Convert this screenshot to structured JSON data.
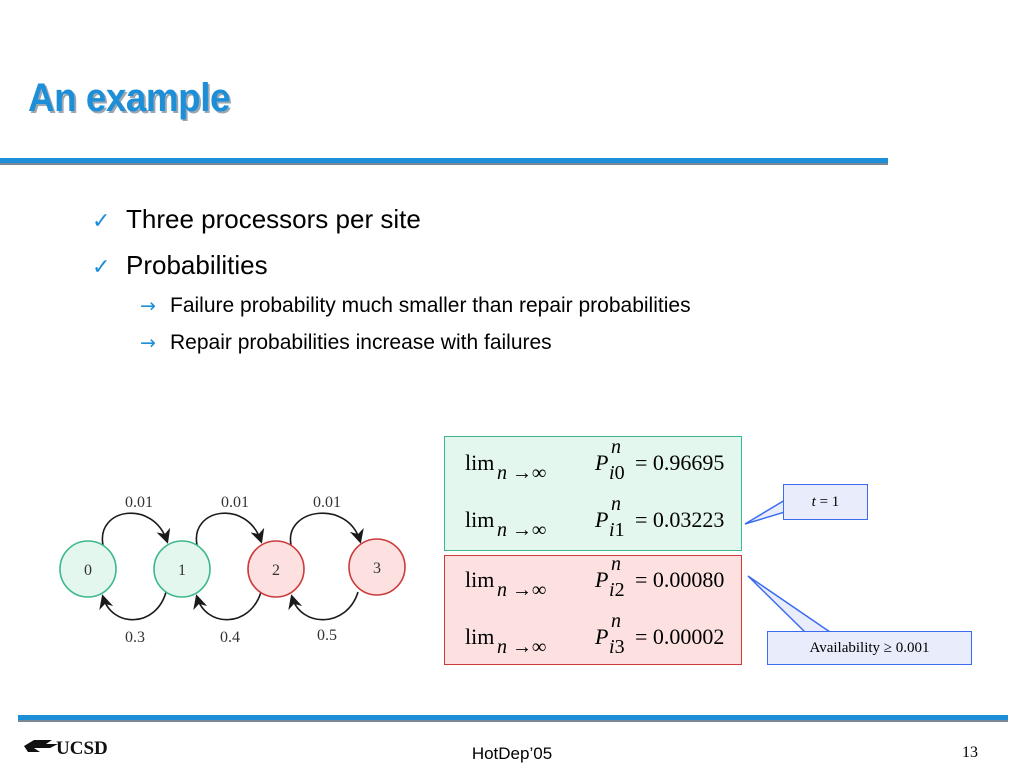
{
  "slide": {
    "title": "An example",
    "footer": "HotDep’05",
    "page_number": "13",
    "logo_text": "UCSD"
  },
  "bullets": [
    {
      "marker": "✓",
      "text": "Three processors per site"
    },
    {
      "marker": "✓",
      "text": "Probabilities"
    },
    {
      "marker": "→",
      "text": "Failure probability much smaller than repair probabilities"
    },
    {
      "marker": "→",
      "text": "Repair probabilities increase with failures"
    }
  ],
  "diagram": {
    "states": [
      {
        "label": "0",
        "color": "#e3f7ee",
        "stroke": "#3db88b"
      },
      {
        "label": "1",
        "color": "#e3f7ee",
        "stroke": "#3db88b"
      },
      {
        "label": "2",
        "color": "#fde1e1",
        "stroke": "#cc3b3b"
      },
      {
        "label": "3",
        "color": "#fde1e1",
        "stroke": "#cc3b3b"
      }
    ],
    "forward": [
      "0.01",
      "0.01",
      "0.01"
    ],
    "backward": [
      "0.3",
      "0.4",
      "0.5"
    ]
  },
  "limits": [
    {
      "lim": "lim",
      "sub": "n →∞",
      "p": "P",
      "sup": "n",
      "i": "i",
      "idx": "0",
      "value": "= 0.96695"
    },
    {
      "lim": "lim",
      "sub": "n →∞",
      "p": "P",
      "sup": "n",
      "i": "i",
      "idx": "1",
      "value": "= 0.03223"
    },
    {
      "lim": "lim",
      "sub": "n →∞",
      "p": "P",
      "sup": "n",
      "i": "i",
      "idx": "2",
      "value": "= 0.00080"
    },
    {
      "lim": "lim",
      "sub": "n →∞",
      "p": "P",
      "sup": "n",
      "i": "i",
      "idx": "3",
      "value": "= 0.00002"
    }
  ],
  "callouts": {
    "t_var": "t",
    "t_rest": " = 1",
    "availability": "Availability ≥ 0.001"
  },
  "colors": {
    "accent": "#1d8fd8",
    "good_fill": "#e3f7ee",
    "bad_fill": "#fde1e1",
    "callout_fill": "#e8ecfb"
  }
}
